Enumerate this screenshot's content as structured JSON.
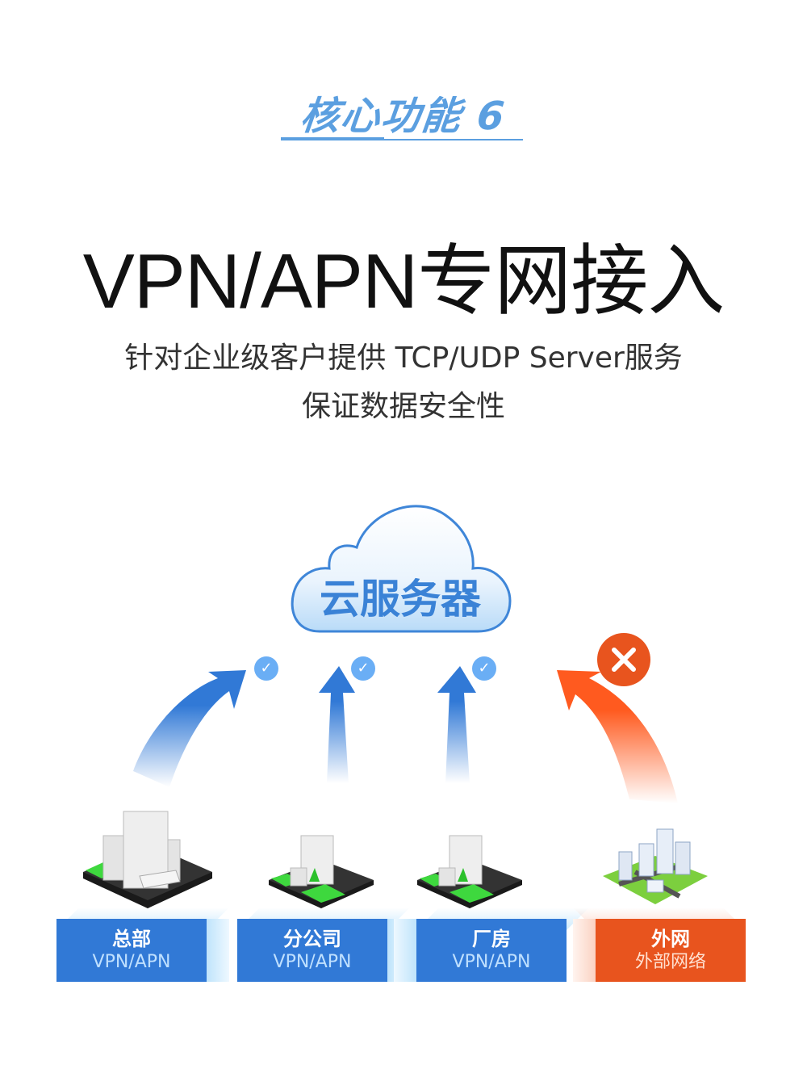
{
  "header": {
    "badge": "核心功能 6",
    "title": "VPN/APN专网接入",
    "subtitle_line1": "针对企业级客户提供 TCP/UDP Server服务",
    "subtitle_line2": "保证数据安全性"
  },
  "diagram": {
    "cloud_label": "云服务器",
    "colors": {
      "blue": "#3179d6",
      "orange": "#e8541e",
      "check": "#6aaef5",
      "badge": "#5b9fe0"
    },
    "nodes": [
      {
        "title": "总部",
        "subtitle": "VPN/APN",
        "status": "allowed",
        "icon": "headquarters-building-icon"
      },
      {
        "title": "分公司",
        "subtitle": "VPN/APN",
        "status": "allowed",
        "icon": "branch-building-icon"
      },
      {
        "title": "厂房",
        "subtitle": "VPN/APN",
        "status": "allowed",
        "icon": "factory-building-icon"
      },
      {
        "title": "外网",
        "subtitle": "外部网络",
        "status": "blocked",
        "icon": "city-icon"
      }
    ],
    "check_glyph": "✓",
    "cross_glyph": "✕"
  }
}
